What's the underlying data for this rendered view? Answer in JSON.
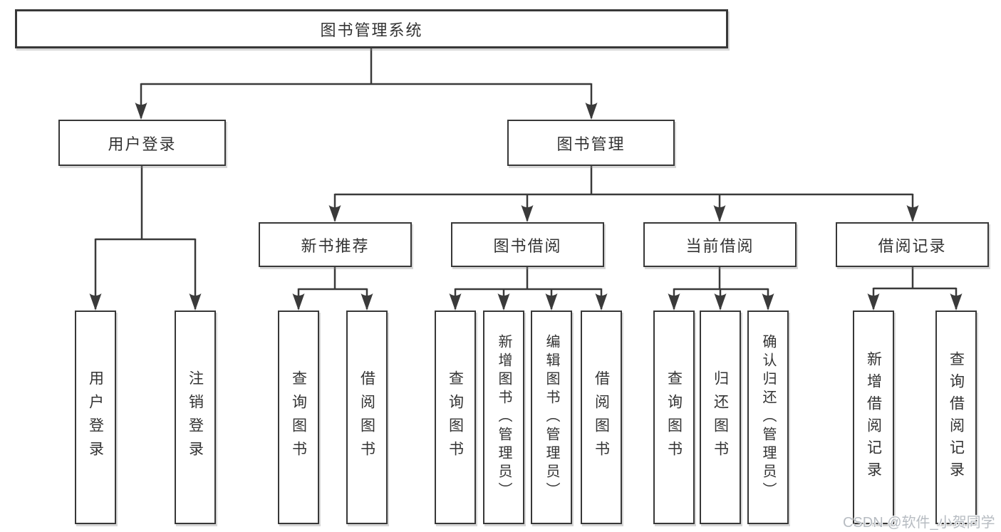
{
  "tree": {
    "root_label": "图书管理系统",
    "level2_labels": [
      "用户登录",
      "图书管理"
    ],
    "level3_labels": [
      "新书推荐",
      "图书借阅",
      "当前借阅",
      "借阅记录"
    ],
    "leaf_groups": [
      [
        "用户登录",
        "注销登录"
      ],
      [
        "查询图书",
        "借阅图书"
      ],
      [
        "查询图书",
        "新增图书（管理员）",
        "编辑图书（管理员）",
        "借阅图书"
      ],
      [
        "查询图书",
        "归还图书",
        "确认归还（管理员）"
      ],
      [
        "新增借阅记录",
        "查询借阅记录"
      ]
    ]
  },
  "watermark": "CSDN @软件_小贺同学",
  "colors": {
    "line": "#3a3a3a",
    "box_border": "#383838",
    "box_fill": "#ffffff",
    "text": "#333333",
    "watermark": "#b7bcc2",
    "background": "#ffffff"
  }
}
